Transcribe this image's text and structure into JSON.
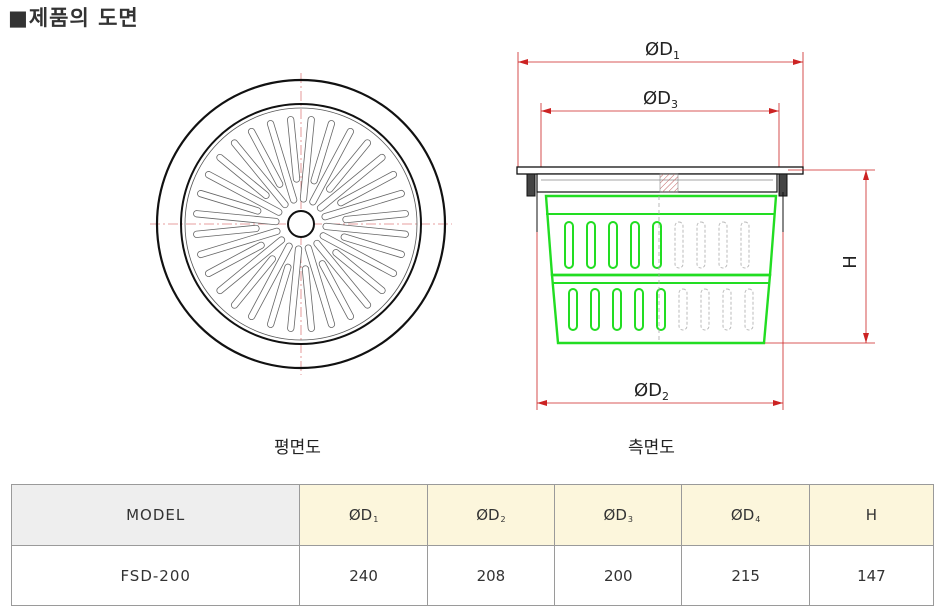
{
  "title": "■제품의 도면",
  "captions": {
    "plan": "평면도",
    "side": "측면도"
  },
  "dimensions": {
    "d1": {
      "sym": "ØD",
      "sub": "1"
    },
    "d3": {
      "sym": "ØD",
      "sub": "3"
    },
    "d2": {
      "sym": "ØD",
      "sub": "2"
    },
    "h": "H"
  },
  "table": {
    "headers": [
      {
        "sym": "MODEL",
        "sub": ""
      },
      {
        "sym": "ØD",
        "sub": "1"
      },
      {
        "sym": "ØD",
        "sub": "2"
      },
      {
        "sym": "ØD",
        "sub": "3"
      },
      {
        "sym": "ØD",
        "sub": "4"
      },
      {
        "sym": "H",
        "sub": ""
      }
    ],
    "rows": [
      [
        "FSD-200",
        "240",
        "208",
        "200",
        "215",
        "147"
      ]
    ]
  },
  "colors": {
    "basket": "#22dd22",
    "dimension": "#cc2222",
    "outline": "#111111"
  }
}
